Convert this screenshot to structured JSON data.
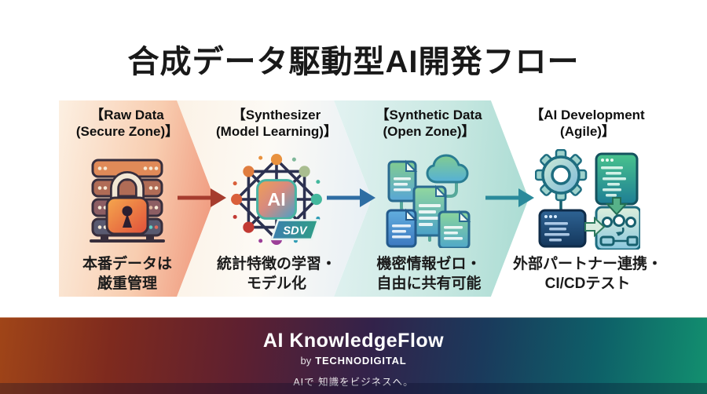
{
  "title": "合成データ駆動型AI開発フロー",
  "stages": [
    {
      "name": "raw-data",
      "header_line1": "【Raw Data",
      "header_line2": "(Secure Zone)】",
      "caption_line1": "本番データは",
      "caption_line2": "厳重管理",
      "icon": "server-lock-icon"
    },
    {
      "name": "synthesizer",
      "header_line1": "【Synthesizer",
      "header_line2": "(Model Learning)】",
      "caption_line1": "統計特徴の学習・",
      "caption_line2": "モデル化",
      "icon": "ai-network-icon",
      "icon_label": "AI",
      "badge": "SDV"
    },
    {
      "name": "synthetic-data",
      "header_line1": "【Synthetic Data",
      "header_line2": "(Open Zone)】",
      "caption_line1": "機密情報ゼロ・",
      "caption_line2": "自由に共有可能",
      "icon": "documents-cloud-icon"
    },
    {
      "name": "ai-development",
      "header_line1": "【AI Development",
      "header_line2": "(Agile)】",
      "caption_line1": "外部パートナー連携・",
      "caption_line2": "CI/CDテスト",
      "icon": "devops-pipeline-icon"
    }
  ],
  "flow": {
    "arrow_colors": [
      "#a63c2e",
      "#2e6da3",
      "#2a8a9b"
    ],
    "chevron_colors": {
      "stage1": [
        "#fcf0e2",
        "#ee8f74"
      ],
      "stage2": [
        "#fbf2e6",
        "#e6eff5"
      ],
      "stage3": [
        "#e2f2f1",
        "#a8dbd2"
      ]
    }
  },
  "footer": {
    "brand": "AI KnowledgeFlow",
    "byline_prefix": "by",
    "byline_name": "TECHNODIGITAL",
    "tagline": "AIで 知識をビジネスへ。",
    "gradient": [
      "#a04518",
      "#5e2030",
      "#1a3a5c",
      "#12906f"
    ]
  }
}
